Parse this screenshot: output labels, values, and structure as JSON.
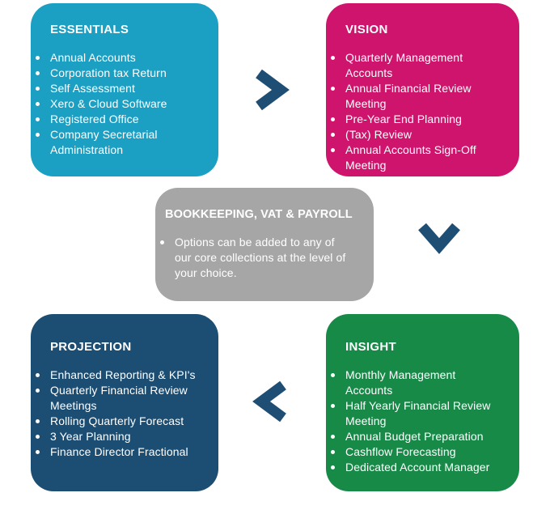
{
  "canvas": {
    "background": "#ffffff"
  },
  "boxes": {
    "essentials": {
      "title": "ESSENTIALS",
      "color": "#1BA0C4",
      "items": [
        "Annual Accounts",
        "Corporation tax Return",
        "Self Assessment",
        "Xero & Cloud Software",
        "Registered Office",
        "Company Secretarial\nAdministration"
      ]
    },
    "vision": {
      "title": "VISION",
      "color": "#CE146D",
      "items": [
        "Quarterly Management\nAccounts",
        "Annual Financial Review\nMeeting",
        "Pre-Year End Planning",
        "(Tax) Review",
        "Annual Accounts Sign-Off\nMeeting"
      ]
    },
    "bookkeeping": {
      "title": "BOOKKEEPING, VAT & PAYROLL",
      "color": "#A6A6A6",
      "items": [
        "Options can be added to any of\nour core collections at the level of\nyour choice."
      ]
    },
    "projection": {
      "title": "PROJECTION",
      "color": "#1C4D72",
      "items": [
        "Enhanced Reporting & KPI's",
        "Quarterly Financial Review\nMeetings",
        "Rolling Quarterly Forecast",
        "3 Year Planning",
        "Finance Director Fractional"
      ]
    },
    "insight": {
      "title": "INSIGHT",
      "color": "#178A48",
      "items": [
        "Monthly Management\nAccounts",
        "Half Yearly Financial Review\nMeeting",
        "Annual Budget Preparation",
        "Cashflow Forecasting",
        "Dedicated Account Manager"
      ]
    }
  },
  "arrows": {
    "color": "#1F4E75",
    "right": "essentials-to-vision",
    "down": "vision-to-insight",
    "left": "insight-to-projection"
  }
}
